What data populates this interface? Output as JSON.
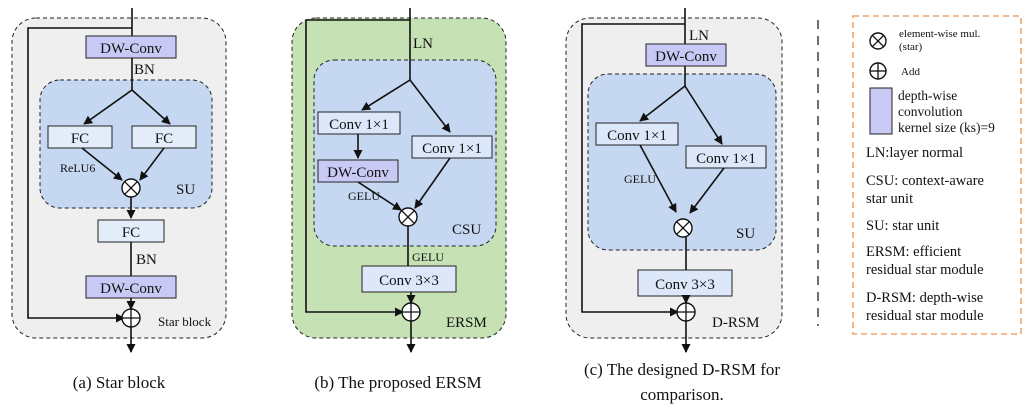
{
  "colors": {
    "outer_gray": "#efefef",
    "outer_green": "#c6e2b4",
    "inner_blue": "#c6d8f1",
    "dw_conv": "#c9c9f5",
    "conv": "#dce7f9",
    "fc": "#e3edf9",
    "legend_border": "#f0a36c"
  },
  "icons": {
    "multiply": "circled-times-icon",
    "add": "circled-plus-icon"
  },
  "panel_a": {
    "dwconv_top": "DW-Conv",
    "bn_top": "BN",
    "fc_left": "FC",
    "fc_right": "FC",
    "relu": "ReLU6",
    "su": "SU",
    "fc_mid": "FC",
    "bn_bottom": "BN",
    "dwconv_bottom": "DW-Conv",
    "block_label": "Star block",
    "caption": "(a) Star block"
  },
  "panel_b": {
    "ln": "LN",
    "conv_left": "Conv 1×1",
    "conv_right": "Conv 1×1",
    "dwconv": "DW-Conv",
    "gelu_1": "GELU",
    "csu": "CSU",
    "gelu_2": "GELU",
    "conv3": "Conv 3×3",
    "block_label": "ERSM",
    "caption": "(b) The proposed ERSM"
  },
  "panel_c": {
    "ln": "LN",
    "dwconv": "DW-Conv",
    "conv_left": "Conv 1×1",
    "conv_right": "Conv 1×1",
    "gelu": "GELU",
    "su": "SU",
    "conv3": "Conv 3×3",
    "block_label": "D-RSM",
    "caption_line1": "(c) The designed D-RSM for",
    "caption_line2": "comparison."
  },
  "legend": {
    "mul_line1": "element-wise mul.",
    "mul_line2": "(star)",
    "add": "Add",
    "dw_line1": "depth-wise",
    "dw_line2": "convolution",
    "dw_line3": "kernel size (ks)=9",
    "ln": "LN:layer normal",
    "csu_line1": "CSU: context-aware",
    "csu_line2": "star unit",
    "su": "SU: star unit",
    "ersm_line1": "ERSM: efficient",
    "ersm_line2": "residual star module",
    "drsm_line1": "D-RSM: depth-wise",
    "drsm_line2": "residual star module"
  }
}
